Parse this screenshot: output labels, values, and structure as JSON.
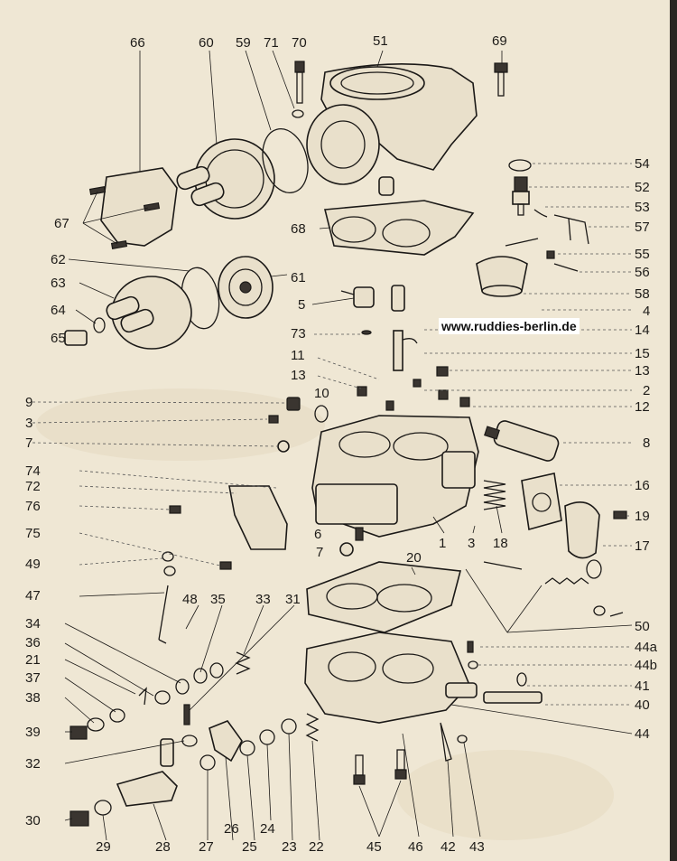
{
  "website": "www.ruddies-berlin.de",
  "labels": {
    "n66": "66",
    "n60": "60",
    "n59": "59",
    "n71": "71",
    "n70": "70",
    "n51": "51",
    "n69": "69",
    "n54": "54",
    "n52": "52",
    "n53": "53",
    "n57": "57",
    "n55": "55",
    "n56": "56",
    "n58": "58",
    "n67": "67",
    "n68": "68",
    "n62": "62",
    "n63": "63",
    "n61": "61",
    "n64": "64",
    "n65": "65",
    "n5": "5",
    "n4": "4",
    "n14": "14",
    "n73": "73",
    "n11": "11",
    "n15": "15",
    "n13a": "13",
    "n13b": "13",
    "n2": "2",
    "n9": "9",
    "n10": "10",
    "n12": "12",
    "n3a": "3",
    "n7a": "7",
    "n8": "8",
    "n74": "74",
    "n72": "72",
    "n16": "16",
    "n76": "76",
    "n19": "19",
    "n75": "75",
    "n6": "6",
    "n7b": "7",
    "n1": "1",
    "n3b": "3",
    "n18": "18",
    "n17": "17",
    "n49": "49",
    "n20": "20",
    "n47": "47",
    "n48": "48",
    "n35": "35",
    "n33": "33",
    "n31": "31",
    "n50": "50",
    "n34": "34",
    "n44a": "44a",
    "n36": "36",
    "n44b": "44b",
    "n21": "21",
    "n41": "41",
    "n37": "37",
    "n40": "40",
    "n38": "38",
    "n39": "39",
    "n44": "44",
    "n32": "32",
    "n30": "30",
    "n29": "29",
    "n28": "28",
    "n27": "27",
    "n26": "26",
    "n25": "25",
    "n24": "24",
    "n23": "23",
    "n22": "22",
    "n45": "45",
    "n46": "46",
    "n42": "42",
    "n43": "43"
  }
}
